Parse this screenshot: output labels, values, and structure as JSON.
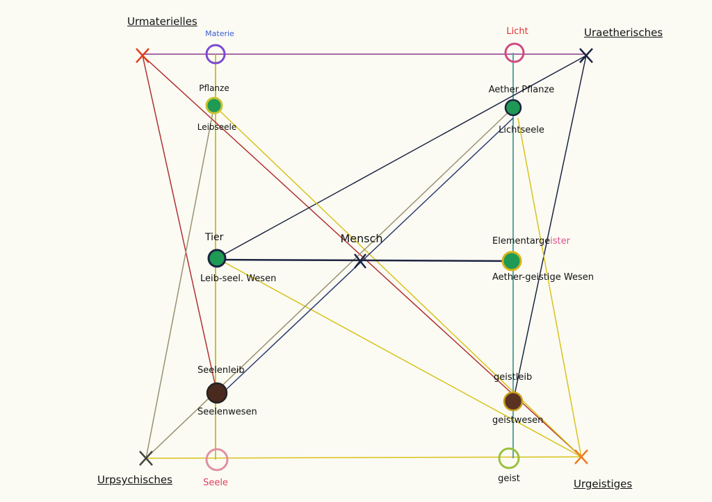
{
  "corners": {
    "top_left": "Urmaterielles",
    "top_right": "Uraetherisches",
    "bottom_left": "Urpsychisches",
    "bottom_right": "Urgeistiges"
  },
  "nodes": {
    "materie": "Materie",
    "licht": "Licht",
    "pflanze": "Pflanze",
    "leibseele": "Leibseele",
    "aether_pflanze": "Aether Pflanze",
    "lichtseele": "Lichtseele",
    "tier": "Tier",
    "leib_seel_wesen": "Leib-seel. Wesen",
    "mensch": "Mensch",
    "elementargeister_a": "Elementarge",
    "elementargeister_b": "ister",
    "aether_geistige_wesen": "Aether-geistige Wesen",
    "seelenleib": "Seelenleib",
    "seelenwesen": "Seelenwesen",
    "geistleib": "geistleib",
    "geistwesen": "geistwesen",
    "seele": "Seele",
    "geist": "geist"
  },
  "colors": {
    "red": "#c0392b",
    "yellow": "#d9c21a",
    "navy": "#1c2340",
    "green": "#1e9a55",
    "brown": "#4a2a1e",
    "grey": "#9a9070"
  }
}
